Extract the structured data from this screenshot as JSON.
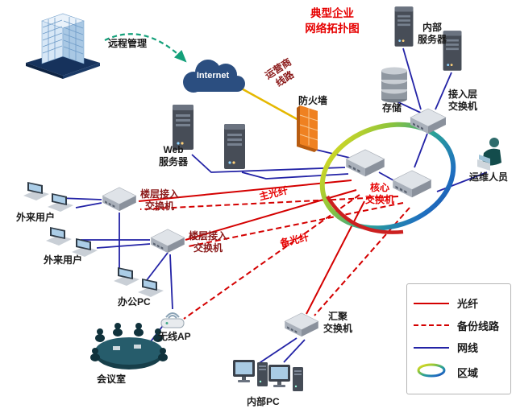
{
  "title": "典型企业\n网络拓扑图",
  "labels": {
    "remote_mgmt": "远程管理",
    "internet": "Internet",
    "carrier_line": "运营商\n线路",
    "firewall": "防火墙",
    "web_server": "Web\n服务器",
    "internal_server": "内部\n服务器",
    "storage": "存储",
    "access_switch": "接入层\n交换机",
    "core_switch": "核心\n交换机",
    "ops_staff": "运维人员",
    "floor_switch_1": "楼层接入\n交换机",
    "floor_switch_2": "楼层接入\n交换机",
    "external_user_1": "外来用户",
    "external_user_2": "外来用户",
    "office_pc": "办公PC",
    "wireless_ap": "无线AP",
    "meeting_room": "会议室",
    "agg_switch": "汇聚\n交换机",
    "internal_pc": "内部PC",
    "main_fiber": "主光纤",
    "backup_fiber": "备光纤"
  },
  "legend": {
    "items": [
      {
        "label": "光纤",
        "type": "fiber"
      },
      {
        "label": "备份线路",
        "type": "backup"
      },
      {
        "label": "网线",
        "type": "cable"
      },
      {
        "label": "区域",
        "type": "area"
      }
    ]
  },
  "colors": {
    "fiber": "#d40000",
    "backup_line": "#d40000",
    "network_cable": "#2323a6",
    "carrier_link": "#e5b800",
    "title_red": "#e60000"
  }
}
